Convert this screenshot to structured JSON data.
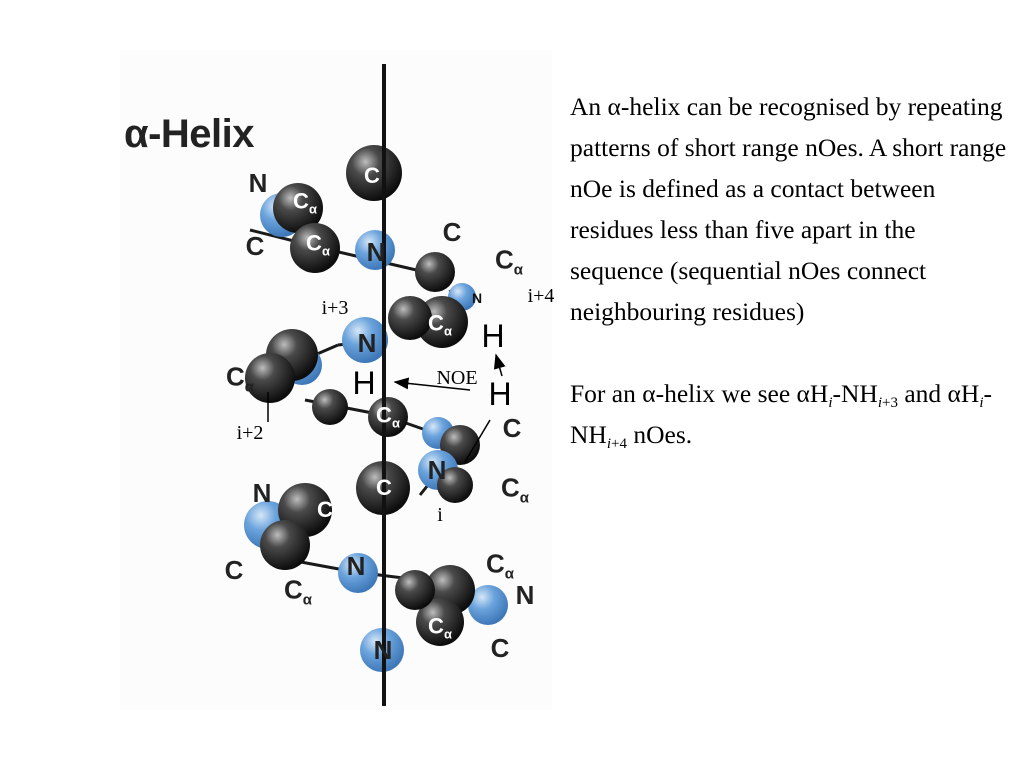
{
  "figure": {
    "title": "α-Helix",
    "atoms": {
      "n_top_left": "N",
      "c_top_left": "C",
      "c_top_ball": "C",
      "ca_top_ball": "C",
      "ca_top_ball_sub": "α",
      "c_top_ball2": "C",
      "ca_top_ball2_sub": "α",
      "n_top_center": "N",
      "c_top_right": "C",
      "ca_top_right": "C",
      "ca_top_right_sub": "α",
      "n_small_right": "N",
      "ca_right_ball": "C",
      "ca_right_ball_sub": "α",
      "n_i3": "N",
      "ca_mid_left": "C",
      "ca_mid_left_sub": "α",
      "c_mid_ball": "C",
      "ca_mid_ball_sub": "α",
      "c_mid_right": "C",
      "n_i": "N",
      "ca_mid_right": "C",
      "ca_mid_right_sub": "α",
      "c_center_ball": "C",
      "n_lower_left": "N",
      "c_lower_ball": "C",
      "c_lower_left": "C",
      "ca_lower_left": "C",
      "ca_lower_left_sub": "α",
      "n_lower_center": "N",
      "ca_lower_right": "C",
      "ca_lower_right_sub": "α",
      "n_lower_right": "N",
      "c_lower_right_ball": "C",
      "ca_lower_right_ball_sub": "α",
      "c_bottom_right": "C",
      "n_bottom": "N"
    },
    "labels": {
      "i_plus_3": "i+3",
      "i_plus_4": "i+4",
      "i_plus_2": "i+2",
      "i": "i",
      "noe": "NOE",
      "h_upper_right": "H",
      "h_left": "H",
      "h_right": "H"
    }
  },
  "text": {
    "p1_before": "An ",
    "p1_alpha": "α",
    "p1_after": "-helix can be recognised by repeating patterns of short range nOes.  A short range nOe is defined as a contact between residues less than five apart in the sequence (sequential nOes connect neighbouring residues)",
    "p2_start": "For an ",
    "p2_alpha1": "α",
    "p2_mid1": "-helix we see ",
    "p2_alpha2": "α",
    "p2_h1": "H",
    "p2_sub_i1": "i",
    "p2_nh1": "-NH",
    "p2_sub_i3": "i",
    "p2_sub_plus3": "+3",
    "p2_and": " and ",
    "p2_alpha3": "α",
    "p2_h2": "H",
    "p2_sub_i2": "i",
    "p2_nh2": "-NH",
    "p2_sub_i4": "i",
    "p2_sub_plus4": "+4",
    "p2_end": " nOes."
  },
  "colors": {
    "carbon": "#2a2a2a",
    "nitrogen": "#5b97d6",
    "axis": "#111111"
  }
}
